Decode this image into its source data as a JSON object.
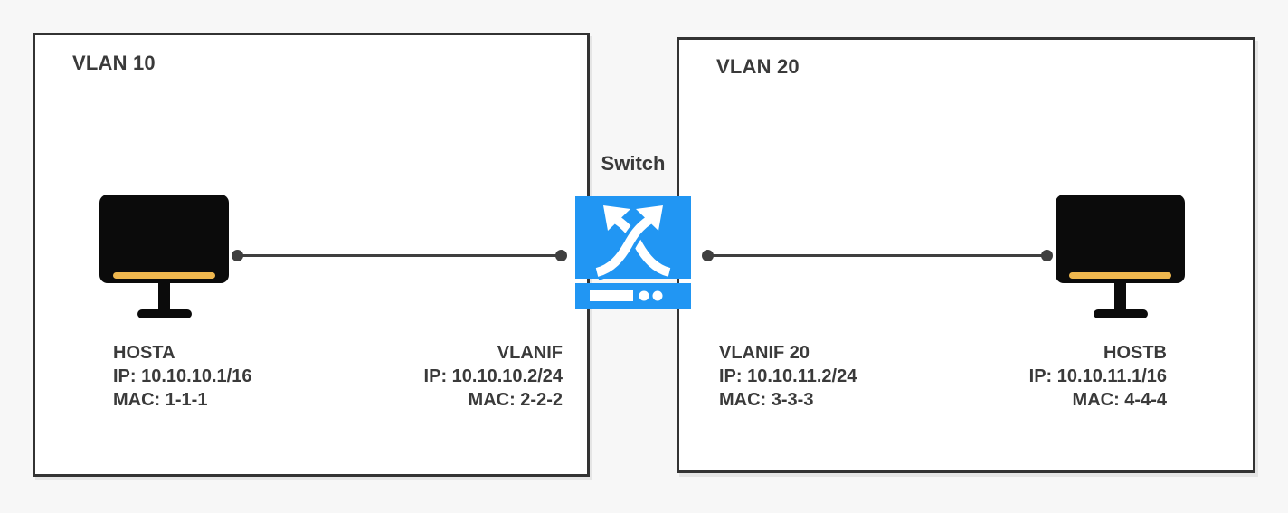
{
  "colors": {
    "background": "#f7f7f7",
    "box_border": "#333333",
    "ink": "#3a3a3a",
    "link_line": "#3f3f3f",
    "switch_blue": "#2196f3",
    "monitor_screen": "#0b0b0b",
    "monitor_bar_orange": "#efb74e"
  },
  "vlan10_box": {
    "label": "VLAN 10",
    "host": {
      "name": "HOSTA",
      "ip": "IP: 10.10.10.1/16",
      "mac": "MAC: 1-1-1"
    },
    "vlanif": {
      "name": "VLANIF",
      "ip": "IP: 10.10.10.2/24",
      "mac": "MAC: 2-2-2"
    }
  },
  "vlan20_box": {
    "label": "VLAN 20",
    "vlanif": {
      "name": "VLANIF 20",
      "ip": "IP: 10.10.11.2/24",
      "mac": "MAC: 3-3-3"
    },
    "host": {
      "name": "HOSTB",
      "ip": "IP: 10.10.11.1/16",
      "mac": "MAC: 4-4-4"
    }
  },
  "switch": {
    "label": "Switch"
  },
  "icons": {
    "left_host": "monitor-icon",
    "right_host": "monitor-icon",
    "middle": "switch-icon"
  }
}
